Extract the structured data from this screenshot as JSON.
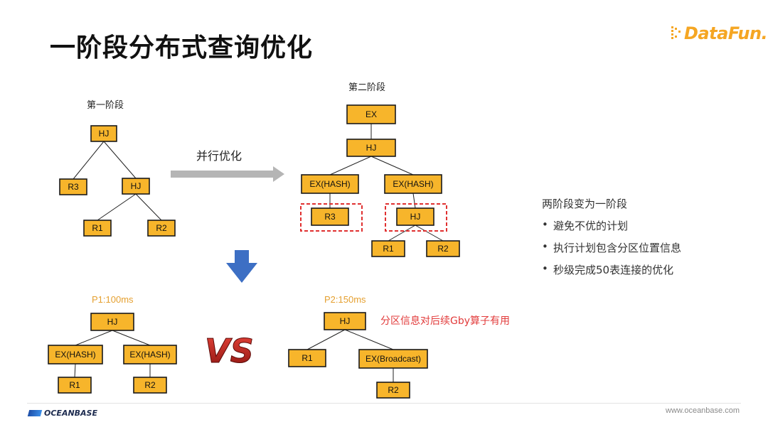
{
  "slide": {
    "title": "一阶段分布式查询优化",
    "logo": "DataFun.",
    "footer_logo": "OCEANBASE",
    "footer_url": "www.oceanbase.com"
  },
  "diagram": {
    "stage1_label": "第一阶段",
    "stage2_label": "第二阶段",
    "parallel_label": "并行优化",
    "p1_label": "P1:100ms",
    "p2_label": "P2:150ms",
    "vs_label": "VS",
    "red_note": "分区信息对后续Gby算子有用",
    "nodes": [
      {
        "id": "s1_hj",
        "label": "HJ"
      },
      {
        "id": "s1_r3",
        "label": "R3"
      },
      {
        "id": "s1_hj2",
        "label": "HJ"
      },
      {
        "id": "s1_r1",
        "label": "R1"
      },
      {
        "id": "s1_r2",
        "label": "R2"
      },
      {
        "id": "s2_ex",
        "label": "EX"
      },
      {
        "id": "s2_hj",
        "label": "HJ"
      },
      {
        "id": "s2_exh1",
        "label": "EX(HASH)"
      },
      {
        "id": "s2_exh2",
        "label": "EX(HASH)"
      },
      {
        "id": "s2_r3",
        "label": "R3"
      },
      {
        "id": "s2_hj2",
        "label": "HJ"
      },
      {
        "id": "s2_r1",
        "label": "R1"
      },
      {
        "id": "s2_r2",
        "label": "R2"
      },
      {
        "id": "p1_hj",
        "label": "HJ"
      },
      {
        "id": "p1_exh1",
        "label": "EX(HASH)"
      },
      {
        "id": "p1_exh2",
        "label": "EX(HASH)"
      },
      {
        "id": "p1_r1",
        "label": "R1"
      },
      {
        "id": "p1_r2",
        "label": "R2"
      },
      {
        "id": "p2_hj",
        "label": "HJ"
      },
      {
        "id": "p2_r1",
        "label": "R1"
      },
      {
        "id": "p2_exb",
        "label": "EX(Broadcast)"
      },
      {
        "id": "p2_r2",
        "label": "R2"
      }
    ],
    "edges": [
      [
        "s1_hj",
        "s1_r3"
      ],
      [
        "s1_hj",
        "s1_hj2"
      ],
      [
        "s1_hj2",
        "s1_r1"
      ],
      [
        "s1_hj2",
        "s1_r2"
      ],
      [
        "s2_ex",
        "s2_hj"
      ],
      [
        "s2_hj",
        "s2_exh1"
      ],
      [
        "s2_hj",
        "s2_exh2"
      ],
      [
        "s2_exh1",
        "s2_r3"
      ],
      [
        "s2_exh2",
        "s2_hj2"
      ],
      [
        "s2_hj2",
        "s2_r1"
      ],
      [
        "s2_hj2",
        "s2_r2"
      ],
      [
        "p1_hj",
        "p1_exh1"
      ],
      [
        "p1_hj",
        "p1_exh2"
      ],
      [
        "p1_exh1",
        "p1_r1"
      ],
      [
        "p1_exh2",
        "p1_r2"
      ],
      [
        "p2_hj",
        "p2_r1"
      ],
      [
        "p2_hj",
        "p2_exb"
      ],
      [
        "p2_exb",
        "p2_r2"
      ]
    ]
  },
  "notes": {
    "heading": "两阶段变为一阶段",
    "items": [
      "避免不优的计划",
      "执行计划包含分区位置信息",
      "秒级完成50表连接的优化"
    ],
    "bullet": "•"
  },
  "colors": {
    "node_fill": "#f7b52b",
    "accent_orange": "#e5a030",
    "note_red": "#e23b3b",
    "arrow_blue": "#3d6fc4",
    "arrow_gray": "#b5b5b5"
  }
}
